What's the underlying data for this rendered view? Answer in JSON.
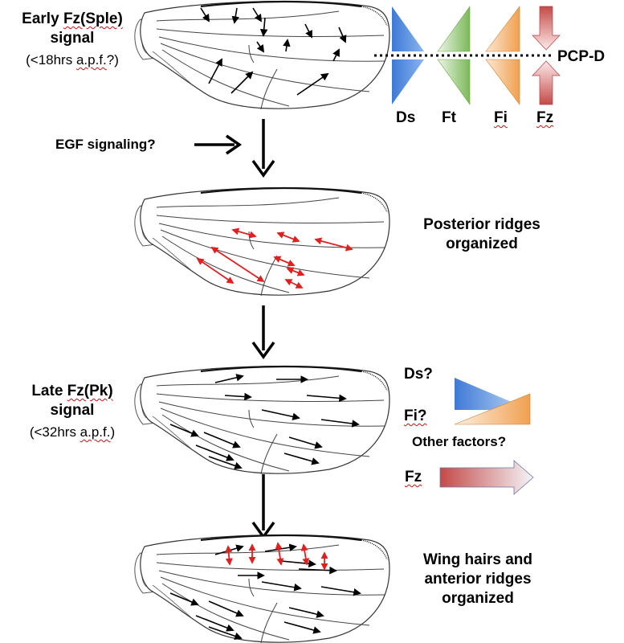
{
  "stage1": {
    "title_prefix": "Early ",
    "title_gene": "Fz(Sple)",
    "title_suffix": "signal",
    "time_prefix": "(<18hrs ",
    "time_unit": "a.p.f.",
    "time_suffix": "?)"
  },
  "pcp_label": "PCP-D",
  "gradient_labels": {
    "ds": "Ds",
    "ft": "Ft",
    "fi": "Fi",
    "fz": "Fz"
  },
  "egf_label": "EGF signaling?",
  "stage2": {
    "line1": "Posterior ridges",
    "line2": "organized"
  },
  "stage3": {
    "title_prefix": "Late ",
    "title_gene": "Fz(Pk)",
    "title_suffix": "signal",
    "time_prefix": "(<32hrs ",
    "time_unit": "a.p.f.",
    "time_suffix": ")"
  },
  "late_factors": {
    "ds": "Ds?",
    "fi": "Fi?",
    "other": "Other factors?",
    "fz": "Fz"
  },
  "stage4": {
    "line1": "Wing hairs and",
    "line2": "anterior ridges",
    "line3": "organized"
  },
  "colors": {
    "ds": "#3d7ad6",
    "ft": "#7ab85a",
    "fi": "#f0a050",
    "fz": "#c44a48",
    "ridge_arrow": "#e02020",
    "hair_arrow": "#000000"
  },
  "icons": [
    "wing-outline",
    "black-arrow",
    "red-double-arrow",
    "gradient-triangle",
    "gradient-arrow"
  ]
}
